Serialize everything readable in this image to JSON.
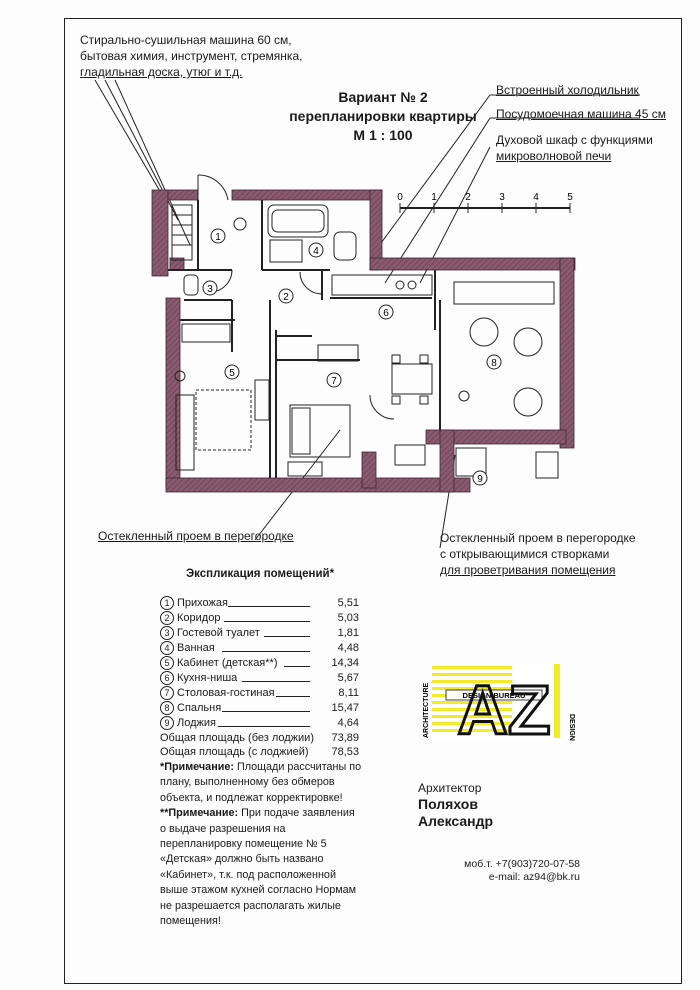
{
  "notes": {
    "washer": [
      "Стирально-сушильная машина  60 см,",
      "бытовая химия, инструмент, стремянка,",
      "гладильная доска, утюг и т.д."
    ],
    "fridge": "Встроенный холодильник",
    "dishwasher": "Посудомоечная машина 45 см",
    "oven": [
      "Духовой шкаф с функциями",
      "микроволновой печи"
    ],
    "glass_partition": "Остекленный проем в перегородке",
    "glass_partition_vent": [
      "Остекленный проем в перегородке",
      "с открывающимися створками",
      "для проветривания помещения"
    ]
  },
  "title": [
    "Вариант № 2",
    "перепланировки квартиры",
    "М 1 : 100"
  ],
  "scale": [
    "0",
    "1",
    "2",
    "3",
    "4",
    "5"
  ],
  "room_numbers": [
    "1",
    "2",
    "3",
    "4",
    "5",
    "6",
    "7",
    "8",
    "9"
  ],
  "explication": {
    "title": "Экспликация помещений*",
    "rooms": [
      {
        "num": "1",
        "name": "Прихожая",
        "area": "5,51"
      },
      {
        "num": "2",
        "name": "Коридор",
        "area": "5,03"
      },
      {
        "num": "3",
        "name": "Гостевой туалет",
        "area": "1,81"
      },
      {
        "num": "4",
        "name": "Ванная",
        "area": "4,48"
      },
      {
        "num": "5",
        "name": "Кабинет (детская**)",
        "area": "14,34"
      },
      {
        "num": "6",
        "name": "Кухня-ниша",
        "area": "5,67"
      },
      {
        "num": "7",
        "name": "Столовая-гостиная",
        "area": "8,11"
      },
      {
        "num": "8",
        "name": "Спальня",
        "area": "15,47"
      },
      {
        "num": "9",
        "name": "Лоджия",
        "area": "4,64"
      }
    ],
    "total_without": {
      "label": "Общая площадь (без лоджии)",
      "area": "73,89"
    },
    "total_with": {
      "label": "Общая площадь (с лоджией)",
      "area": "78,53"
    }
  },
  "remarks": [
    {
      "bold": "*Примечание:",
      "text": " Площади рассчитаны по"
    },
    {
      "bold": "",
      "text": "плану, выполненному без обмеров"
    },
    {
      "bold": "",
      "text": "объекта, и подлежат корректировке!"
    },
    {
      "bold": "**Примечание:",
      "text": "  При подаче заявления"
    },
    {
      "bold": "",
      "text": "о выдаче разрешения на"
    },
    {
      "bold": "",
      "text": "перепланировку помещение № 5"
    },
    {
      "bold": "",
      "text": "«Детская»  должно быть названо"
    },
    {
      "bold": "",
      "text": "«Кабинет», т.к. под расположенной"
    },
    {
      "bold": "",
      "text": "выше этажом кухней согласно Нормам"
    },
    {
      "bold": "",
      "text": "не разрешается располагать жилые"
    },
    {
      "bold": "",
      "text": "помещения!"
    }
  ],
  "architect": {
    "role": "Архитектор",
    "name": [
      "Поляхов",
      "Александр"
    ]
  },
  "contacts": {
    "phone": "моб.т. +7(903)720-07-58",
    "email": "e-mail: az94@bk.ru"
  },
  "logo": {
    "letters": "AZ",
    "side_left": "ARCHITECTURE",
    "middle": "DESIGN BUREAU",
    "side_right": "DESIGN"
  },
  "colors": {
    "wall": "#8a5a6e",
    "wall_dark": "#5e3a4a",
    "logo_yellow": "#f3ea2a"
  }
}
